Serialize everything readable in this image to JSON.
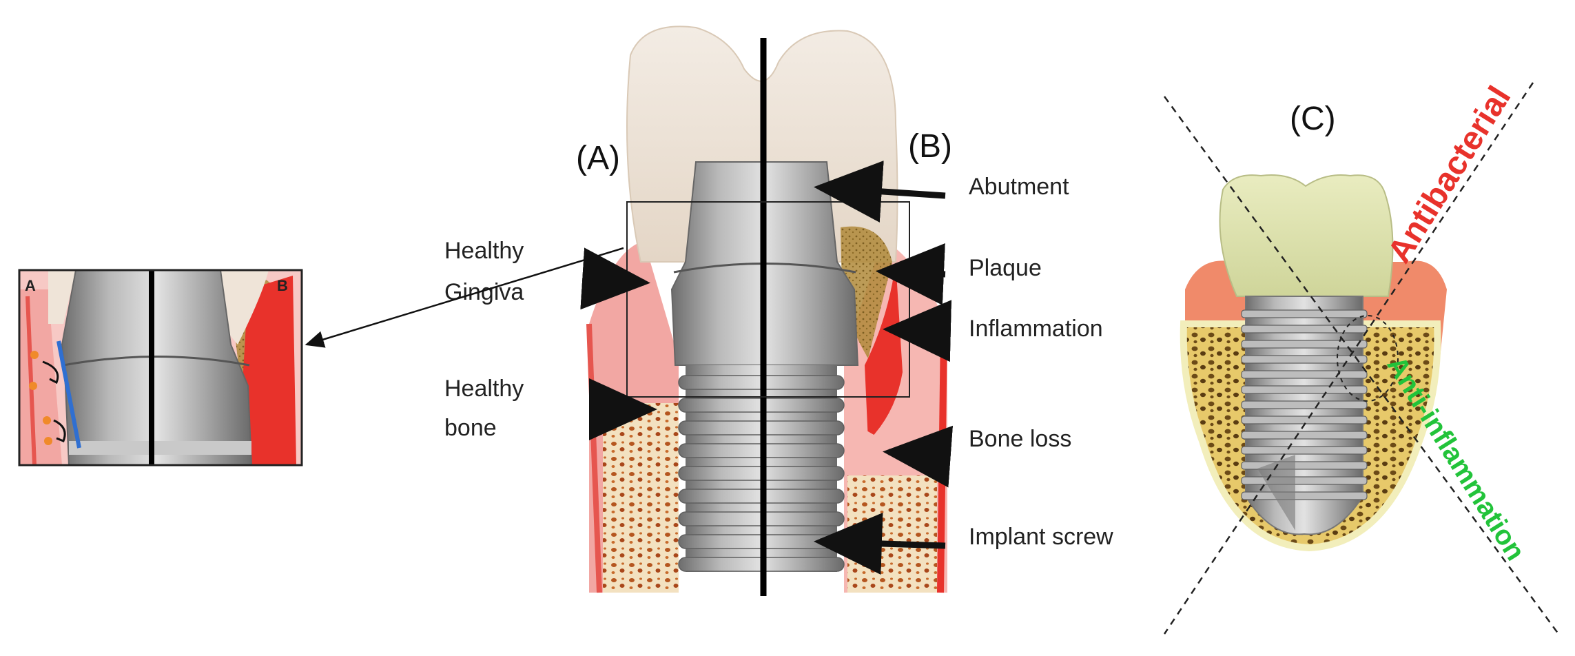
{
  "panels": {
    "a": "(A)",
    "b": "(B)",
    "c": "(C)"
  },
  "inset": {
    "left_letter": "A",
    "right_letter": "B"
  },
  "labels_left": {
    "healthy_gingiva_1": "Healthy",
    "healthy_gingiva_2": "Gingiva",
    "healthy_bone_1": "Healthy",
    "healthy_bone_2": "bone"
  },
  "labels_right": {
    "abutment": "Abutment",
    "plaque": "Plaque",
    "inflammation": "Inflammation",
    "bone_loss": "Bone loss",
    "implant_screw": "Implant screw"
  },
  "panel_c": {
    "antibacterial": "Antibacterial",
    "anti_inflammation": "Anti-inflammation"
  },
  "colors": {
    "gum_healthy": "#f2a7a3",
    "gum_inflamed": "#e8322b",
    "bone": "#f3e1c0",
    "bone_pores": "#b5561f",
    "metal": "#9a9a9a",
    "crown": "#efe4d8",
    "plaque": "#b08a3a",
    "antibacterial": "#e8322b",
    "anti_inflammation": "#22c33a"
  }
}
